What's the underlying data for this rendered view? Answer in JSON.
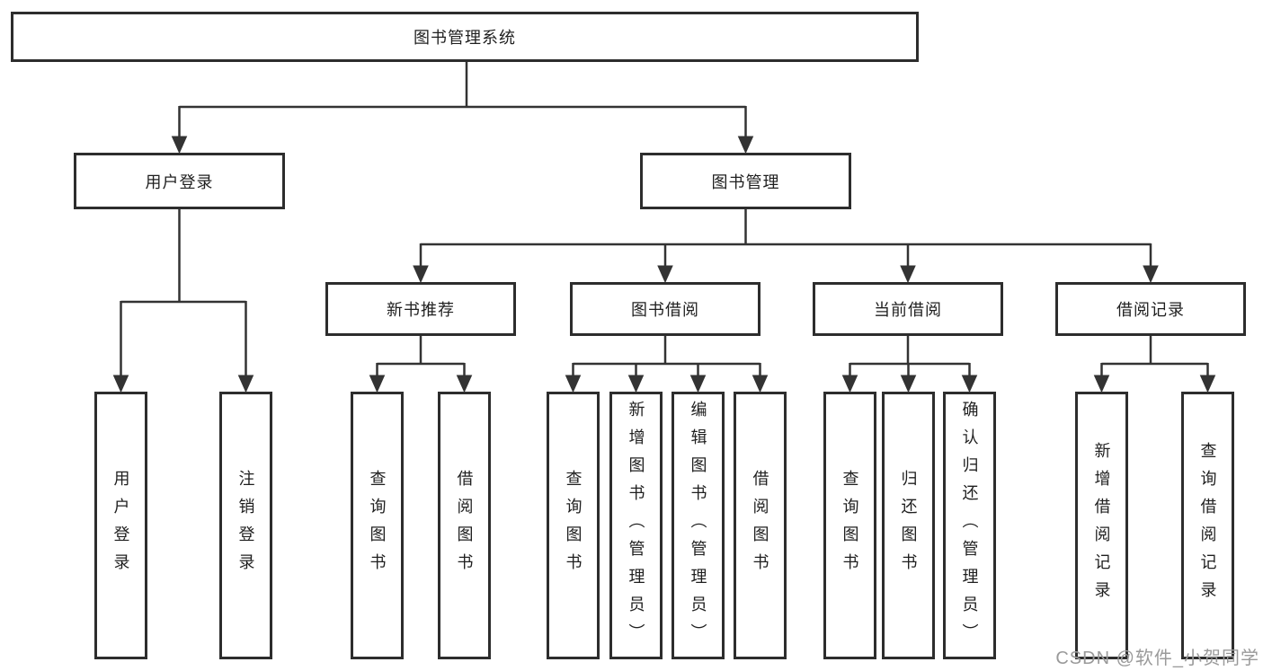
{
  "diagram_type": "hierarchy-tree",
  "colors": {
    "box_border": "#2d2d2d",
    "connector_line": "#333333",
    "text": "#1f1f1f",
    "watermark": "#9a9a9a",
    "background": "#ffffff"
  },
  "tree": {
    "label": "图书管理系统",
    "children": [
      {
        "label": "用户登录",
        "children": [
          {
            "label": "用户登录"
          },
          {
            "label": "注销登录"
          }
        ]
      },
      {
        "label": "图书管理",
        "children": [
          {
            "label": "新书推荐",
            "children": [
              {
                "label": "查询图书"
              },
              {
                "label": "借阅图书"
              }
            ]
          },
          {
            "label": "图书借阅",
            "children": [
              {
                "label": "查询图书"
              },
              {
                "label": "新增图书（管理员）"
              },
              {
                "label": "编辑图书（管理员）"
              },
              {
                "label": "借阅图书"
              }
            ]
          },
          {
            "label": "当前借阅",
            "children": [
              {
                "label": "查询图书"
              },
              {
                "label": "归还图书"
              },
              {
                "label": "确认归还（管理员）"
              }
            ]
          },
          {
            "label": "借阅记录",
            "children": [
              {
                "label": "新增借阅记录"
              },
              {
                "label": "查询借阅记录"
              }
            ]
          }
        ]
      }
    ]
  },
  "watermark": {
    "text": "CSDN @软件_小贺同学"
  }
}
